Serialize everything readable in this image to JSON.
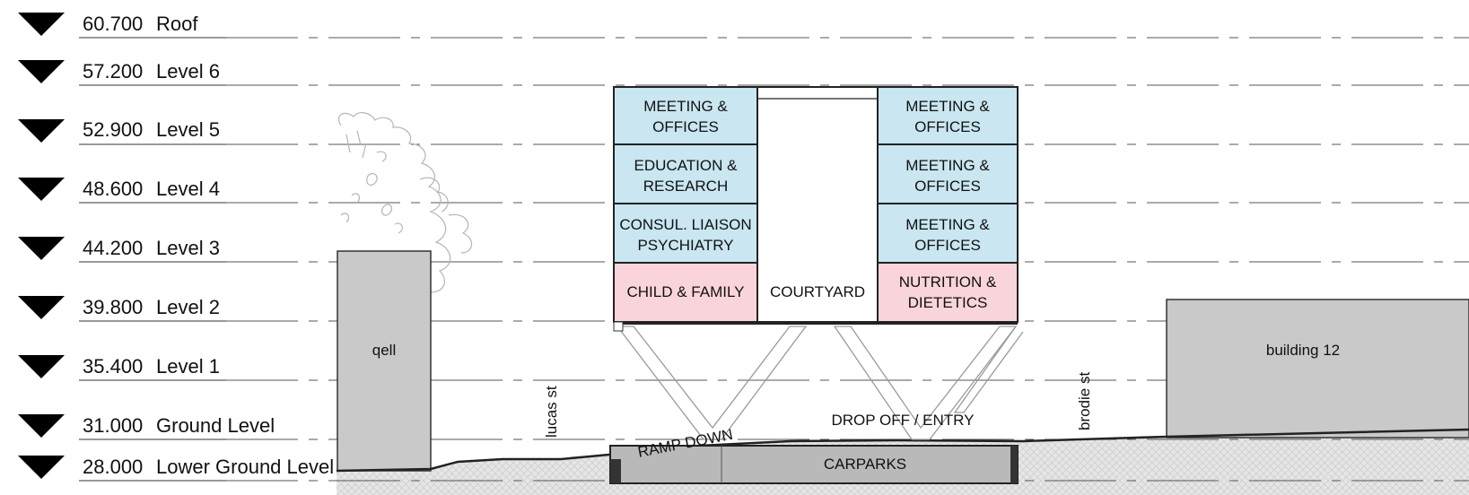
{
  "levels": [
    {
      "elevation": "60.700",
      "name": "Roof"
    },
    {
      "elevation": "57.200",
      "name": "Level 6"
    },
    {
      "elevation": "52.900",
      "name": "Level 5"
    },
    {
      "elevation": "48.600",
      "name": "Level 4"
    },
    {
      "elevation": "44.200",
      "name": "Level 3"
    },
    {
      "elevation": "39.800",
      "name": "Level 2"
    },
    {
      "elevation": "35.400",
      "name": "Level 1"
    },
    {
      "elevation": "31.000",
      "name": "Ground Level"
    },
    {
      "elevation": "28.000",
      "name": "Lower Ground Level"
    }
  ],
  "rooms": {
    "left_l5": [
      "MEETING &",
      "OFFICES"
    ],
    "left_l4": [
      "EDUCATION &",
      "RESEARCH"
    ],
    "left_l3": [
      "CONSUL. LIAISON",
      "PSYCHIATRY"
    ],
    "left_l2": [
      "CHILD & FAMILY"
    ],
    "right_l5": [
      "MEETING &",
      "OFFICES"
    ],
    "right_l4": [
      "MEETING &",
      "OFFICES"
    ],
    "right_l3": [
      "MEETING &",
      "OFFICES"
    ],
    "right_l2": [
      "NUTRITION &",
      "DIETETICS"
    ],
    "courtyard": "COURTYARD"
  },
  "labels": {
    "qell": "qell",
    "building12": "building 12",
    "lucas": "lucas st",
    "brodie": "brodie st",
    "ramp": "RAMP DOWN",
    "dropoff": "DROP OFF / ENTRY",
    "carparks": "CARPARKS"
  },
  "colors": {
    "blue_room": "#c9e6f1",
    "pink_room": "#f9d4da",
    "grey_block": "#c9c9c9",
    "ground_hatch": "#e3e3e3"
  }
}
